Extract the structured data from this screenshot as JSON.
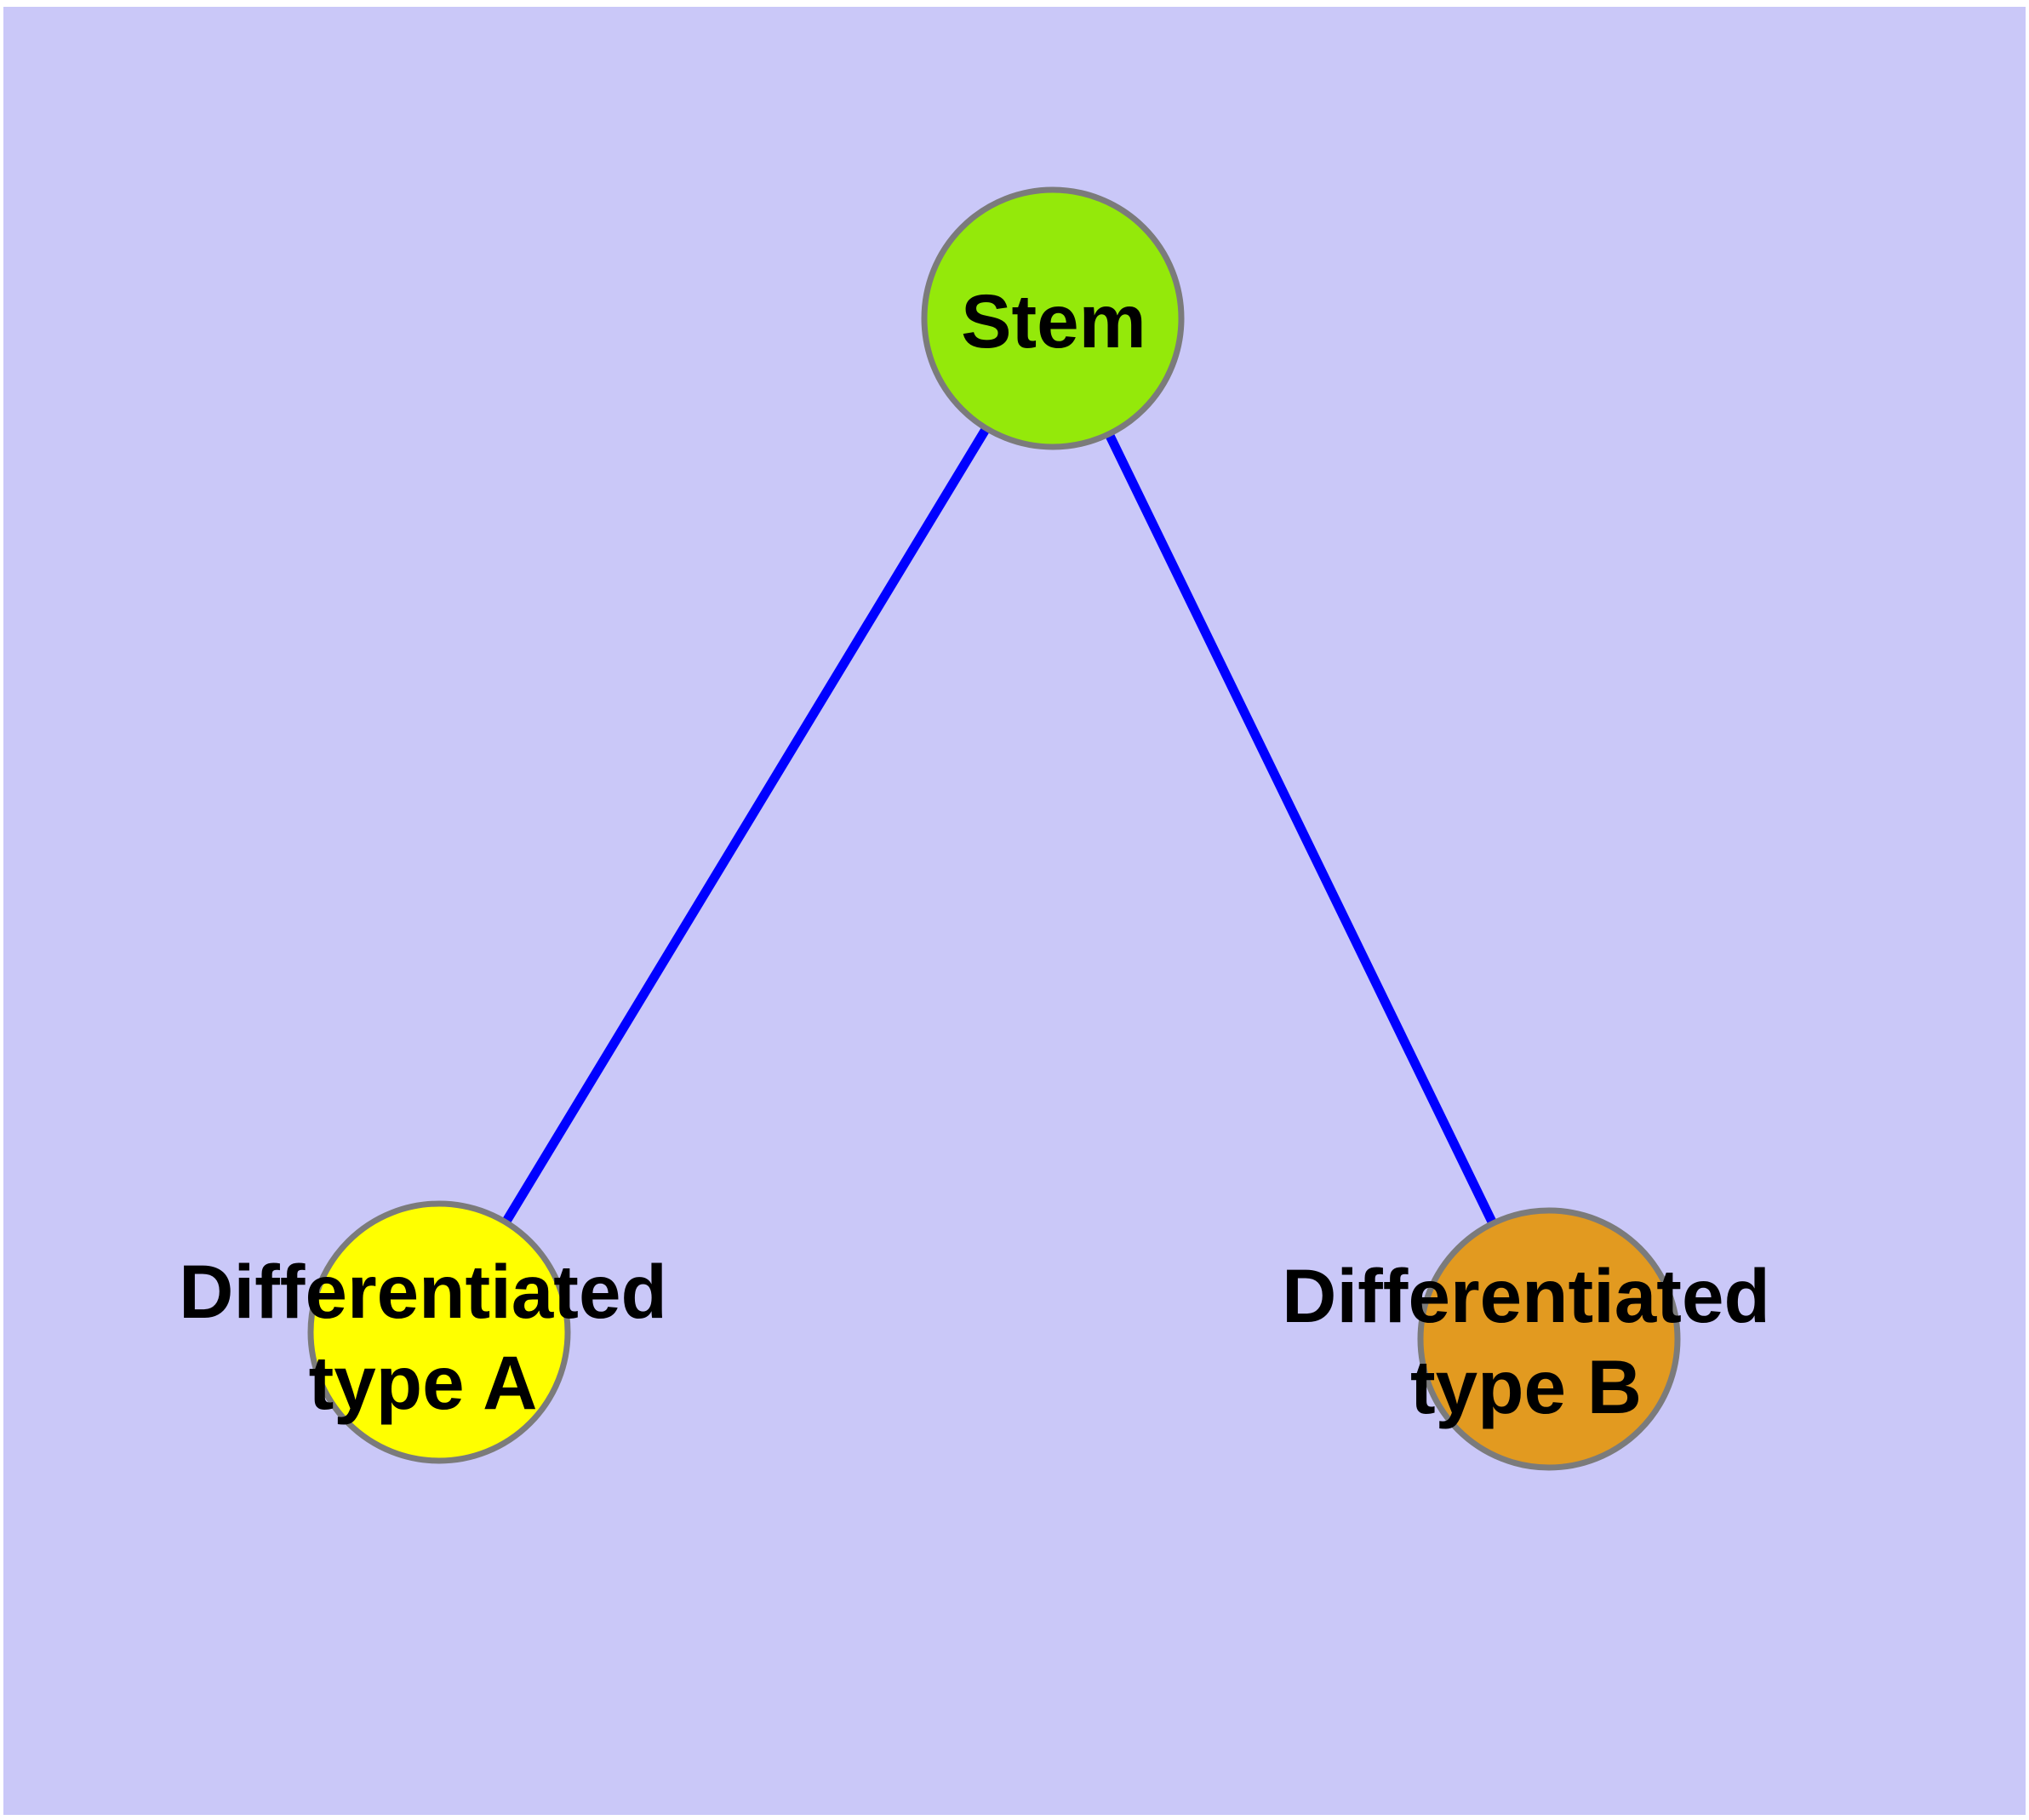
{
  "diagram": {
    "description": "Cell differentiation graph: one stem node connected to two differentiated cell type nodes",
    "colors": {
      "page_margin": "#FFFFFF",
      "background": "#CAC8F8",
      "edge": "#0000FF",
      "node_border": "#7B7B7B",
      "label_text": "#000000"
    },
    "nodes": {
      "stem": {
        "label": "Stem",
        "fill": "#94E90A"
      },
      "type_a": {
        "label": "Differentiated type A",
        "label_line1": "Differentiated",
        "label_line2": "type A",
        "fill": "#FFFF00"
      },
      "type_b": {
        "label": "Differentiated type B",
        "label_line1": "Differentiated",
        "label_line2": "type B",
        "fill": "#E29A20"
      }
    },
    "edges": [
      {
        "from": "Stem",
        "to": "Differentiated type A"
      },
      {
        "from": "Stem",
        "to": "Differentiated type B"
      }
    ]
  }
}
